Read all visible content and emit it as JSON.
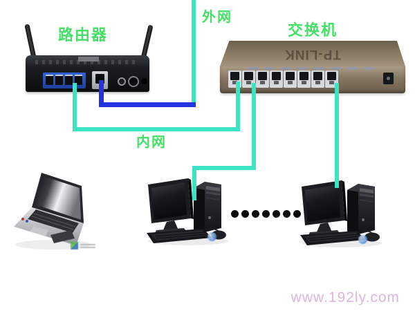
{
  "diagram": {
    "background": "#ffffff",
    "label_color": "#44df66",
    "labels": {
      "router": "路由器",
      "switch": "交换机",
      "wan": "外网",
      "lan": "内网"
    },
    "cables": {
      "wan_cable_color": "#2433e0",
      "lan_cable_color": "#3ce4c4"
    },
    "devices": {
      "router": {
        "lan_port_count": 4,
        "wan_port_count": 1
      },
      "switch": {
        "port_count": 8,
        "brand": "TP-LINK"
      },
      "desktop_count": 2,
      "laptop_count": 1
    },
    "ellipsis_dot_count": 7,
    "watermark": {
      "text": "www.192ly.com",
      "color": "#dcb6dc"
    }
  }
}
